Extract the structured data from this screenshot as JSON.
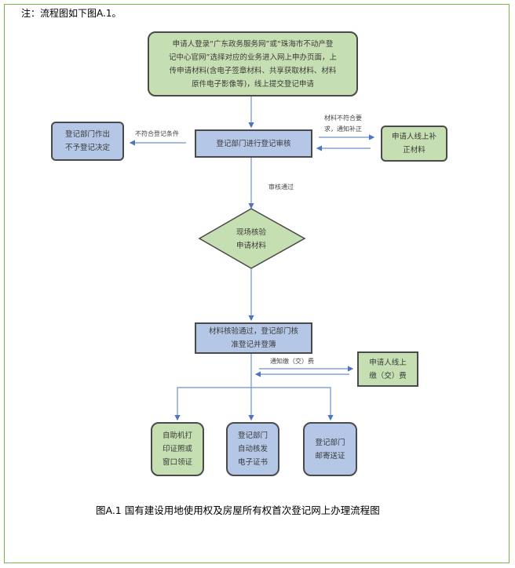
{
  "note": "注：流程图如下图A.1。",
  "nodes": {
    "submit": "申请人登录“广东政务服务网”或“珠海市不动产登\n记中心官网”选择对应的业务进入网上申办页面，上\n传申请材料(含电子签章材料、共享获取材料、材料\n原件电子影像等)，线上提交登记申请",
    "review": "登记部门进行登记审核",
    "reject": "登记部门作出\n不予登记决定",
    "supplement": "申请人线上补\n正材料",
    "inspect": "现场核验\n申请材料",
    "approve": "材料核验通过，登记部门核\n准登记并登簿",
    "pay": "申请人线上\n缴（交）费",
    "kiosk": "自助机打\n印证照或\n窗口领证",
    "ecert": "登记部门\n自动核发\n电子证书",
    "mail": "登记部门\n邮寄送证"
  },
  "labels": {
    "not_qualified": "不符合登记条件",
    "materials_invalid": "材料不符合要\n求，通知补正",
    "review_passed": "审核通过",
    "notify_fee": "通知缴（交）费"
  },
  "caption": "图A.1 国有建设用地使用权及房屋所有权首次登记网上办理流程图",
  "colors": {
    "green": "#c6dfb2",
    "blue": "#b5c7e6",
    "arrow": "#4f74c4",
    "frame": "#7ab648"
  }
}
